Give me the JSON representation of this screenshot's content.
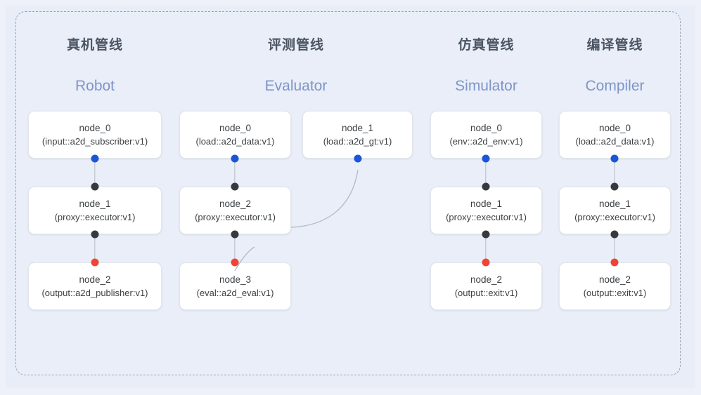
{
  "diagram": {
    "background_color": "#e8edf8",
    "frame_border_color": "#9aa3b5",
    "dot_colors": {
      "input": "#1a56d6",
      "internal": "#37393d",
      "output": "#ef4435"
    },
    "columns": [
      {
        "id": "robot",
        "title": "真机管线",
        "subtitle": "Robot",
        "nodes": [
          {
            "name": "node_0",
            "type": "(input::a2d_subscriber:v1)",
            "bottom_port": "input"
          },
          {
            "name": "node_1",
            "type": "(proxy::executor:v1)",
            "top_port": "internal",
            "bottom_port": "internal"
          },
          {
            "name": "node_2",
            "type": "(output::a2d_publisher:v1)",
            "top_port": "output"
          }
        ]
      },
      {
        "id": "evaluator",
        "title": "评测管线",
        "subtitle": "Evaluator",
        "nodes": [
          {
            "name": "node_0",
            "type": "(load::a2d_data:v1)",
            "bottom_port": "input"
          },
          {
            "name": "node_1",
            "type": "(load::a2d_gt:v1)",
            "bottom_port": "input"
          },
          {
            "name": "node_2",
            "type": "(proxy::executor:v1)",
            "top_port": "internal",
            "bottom_port": "internal"
          },
          {
            "name": "node_3",
            "type": "(eval::a2d_eval:v1)",
            "top_port": "output"
          }
        ]
      },
      {
        "id": "simulator",
        "title": "仿真管线",
        "subtitle": "Simulator",
        "nodes": [
          {
            "name": "node_0",
            "type": "(env::a2d_env:v1)",
            "bottom_port": "input"
          },
          {
            "name": "node_1",
            "type": "(proxy::executor:v1)",
            "top_port": "internal",
            "bottom_port": "internal"
          },
          {
            "name": "node_2",
            "type": "(output::exit:v1)",
            "top_port": "output"
          }
        ]
      },
      {
        "id": "compiler",
        "title": "编译管线",
        "subtitle": "Compiler",
        "nodes": [
          {
            "name": "node_0",
            "type": "(load::a2d_data:v1)",
            "bottom_port": "input"
          },
          {
            "name": "node_1",
            "type": "(proxy::executor:v1)",
            "top_port": "internal",
            "bottom_port": "internal"
          },
          {
            "name": "node_2",
            "type": "(output::exit:v1)",
            "top_port": "output"
          }
        ]
      }
    ]
  }
}
